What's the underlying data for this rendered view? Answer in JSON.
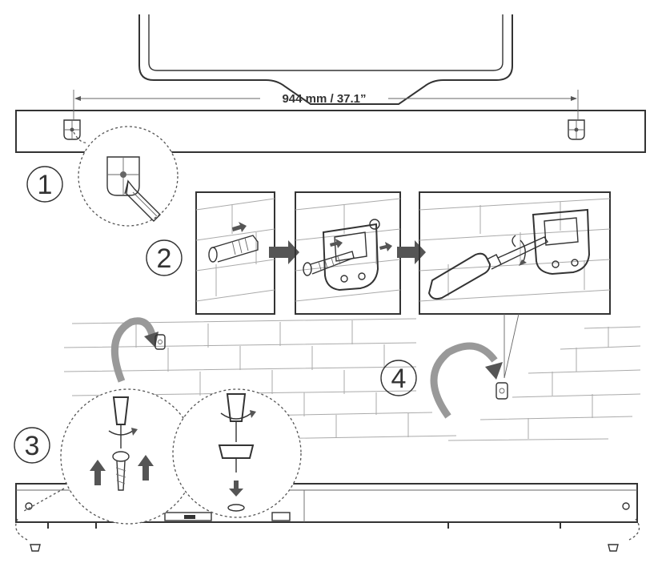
{
  "dimension": {
    "label": "944 mm / 37.1”"
  },
  "steps": [
    {
      "number": "1"
    },
    {
      "number": "2"
    },
    {
      "number": "3"
    },
    {
      "number": "4"
    }
  ],
  "icons": [
    "pencil-icon",
    "wall-plug-icon",
    "screw-icon",
    "screwdriver-icon",
    "bracket-icon",
    "rotate-arrow-icon",
    "arrow-right-icon"
  ]
}
